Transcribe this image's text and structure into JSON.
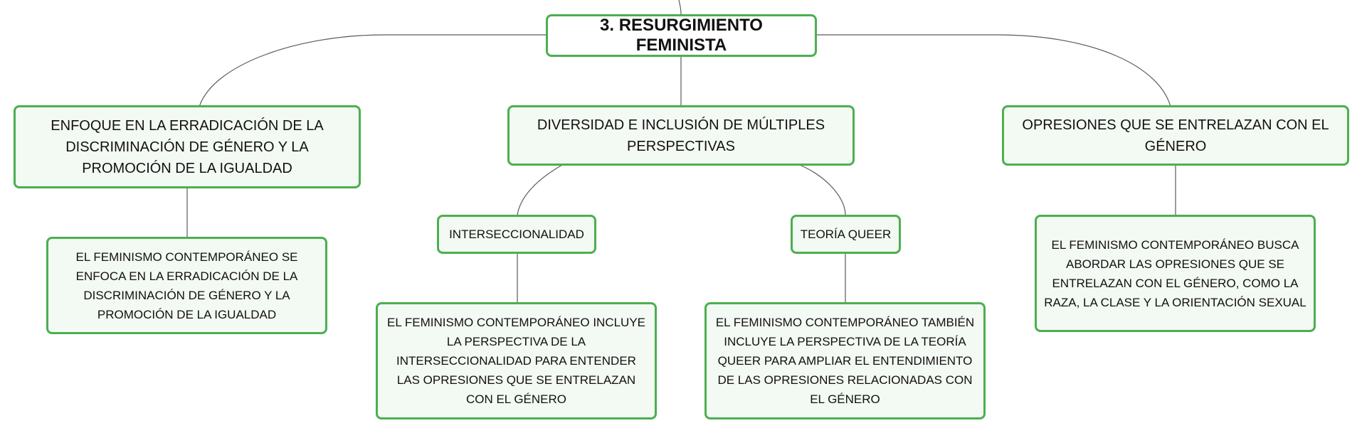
{
  "root": {
    "label": "3. RESURGIMIENTO FEMINISTA"
  },
  "branches": {
    "enfoque": {
      "label": "ENFOQUE EN LA ERRADICACIÓN DE LA DISCRIMINACIÓN DE GÉNERO Y LA PROMOCIÓN DE LA IGUALDAD",
      "detail": "EL FEMINISMO CONTEMPORÁNEO SE ENFOCA EN LA ERRADICACIÓN DE LA DISCRIMINACIÓN DE GÉNERO Y LA PROMOCIÓN DE LA IGUALDAD"
    },
    "diversidad": {
      "label": "DIVERSIDAD E INCLUSIÓN DE MÚLTIPLES PERSPECTIVAS",
      "interseccionalidad": {
        "label": "INTERSECCIONALIDAD",
        "detail": "EL FEMINISMO CONTEMPORÁNEO INCLUYE LA PERSPECTIVA DE LA INTERSECCIONALIDAD PARA ENTENDER LAS OPRESIONES QUE SE ENTRELAZAN CON EL GÉNERO"
      },
      "queer": {
        "label": "TEORÍA QUEER",
        "detail": "EL FEMINISMO CONTEMPORÁNEO TAMBIÉN INCLUYE LA PERSPECTIVA DE LA TEORÍA QUEER PARA AMPLIAR EL ENTENDIMIENTO DE LAS OPRESIONES RELACIONADAS CON EL GÉNERO"
      }
    },
    "opresiones": {
      "label": "OPRESIONES QUE SE ENTRELAZAN CON EL GÉNERO",
      "detail": "EL FEMINISMO CONTEMPORÁNEO BUSCA ABORDAR LAS OPRESIONES QUE SE ENTRELAZAN CON EL GÉNERO, COMO LA RAZA, LA CLASE Y LA ORIENTACIÓN SEXUAL"
    }
  },
  "colors": {
    "node_border": "#4caf50",
    "node_fill": "#f3f9f3",
    "connector": "#5a5a5a",
    "text": "#111111"
  }
}
